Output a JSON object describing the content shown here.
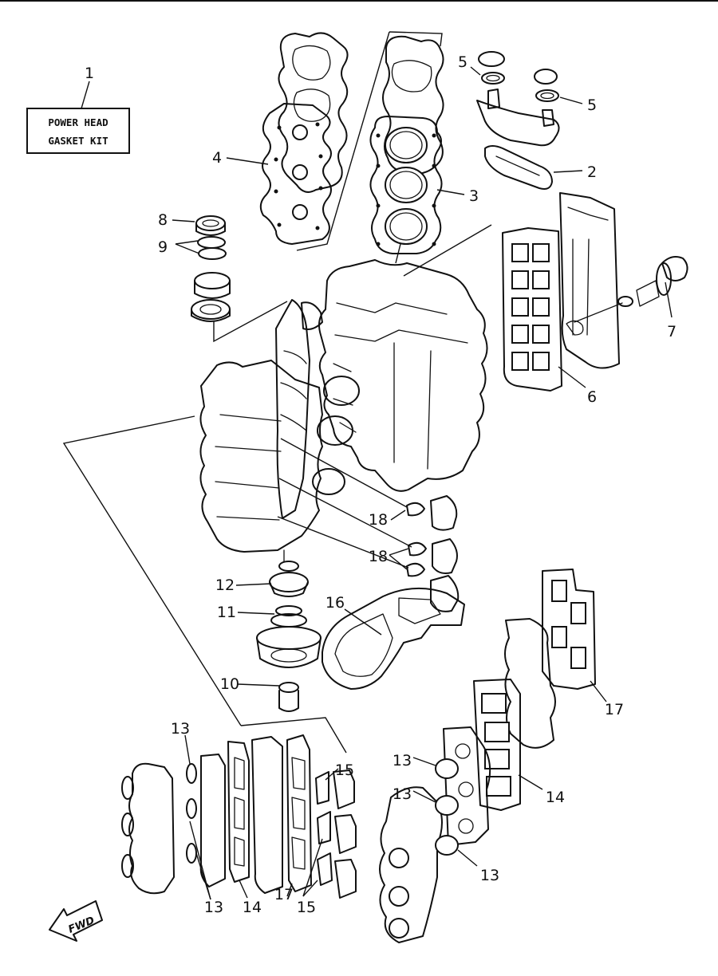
{
  "kit_box": {
    "line1": "POWER HEAD",
    "line2": "GASKET KIT"
  },
  "direction_label": "FWD",
  "callouts": [
    {
      "id": "1",
      "text": "1"
    },
    {
      "id": "2",
      "text": "2"
    },
    {
      "id": "3",
      "text": "3"
    },
    {
      "id": "4",
      "text": "4"
    },
    {
      "id": "5a",
      "text": "5"
    },
    {
      "id": "5b",
      "text": "5"
    },
    {
      "id": "6",
      "text": "6"
    },
    {
      "id": "7",
      "text": "7"
    },
    {
      "id": "8",
      "text": "8"
    },
    {
      "id": "9",
      "text": "9"
    },
    {
      "id": "10",
      "text": "10"
    },
    {
      "id": "11",
      "text": "11"
    },
    {
      "id": "12",
      "text": "12"
    },
    {
      "id": "13a",
      "text": "13"
    },
    {
      "id": "13b",
      "text": "13"
    },
    {
      "id": "13c",
      "text": "13"
    },
    {
      "id": "13d",
      "text": "13"
    },
    {
      "id": "13e",
      "text": "13"
    },
    {
      "id": "14a",
      "text": "14"
    },
    {
      "id": "14b",
      "text": "14"
    },
    {
      "id": "15a",
      "text": "15"
    },
    {
      "id": "15b",
      "text": "15"
    },
    {
      "id": "16",
      "text": "16"
    },
    {
      "id": "17a",
      "text": "17"
    },
    {
      "id": "17b",
      "text": "17"
    },
    {
      "id": "18a",
      "text": "18"
    },
    {
      "id": "18b",
      "text": "18"
    }
  ]
}
